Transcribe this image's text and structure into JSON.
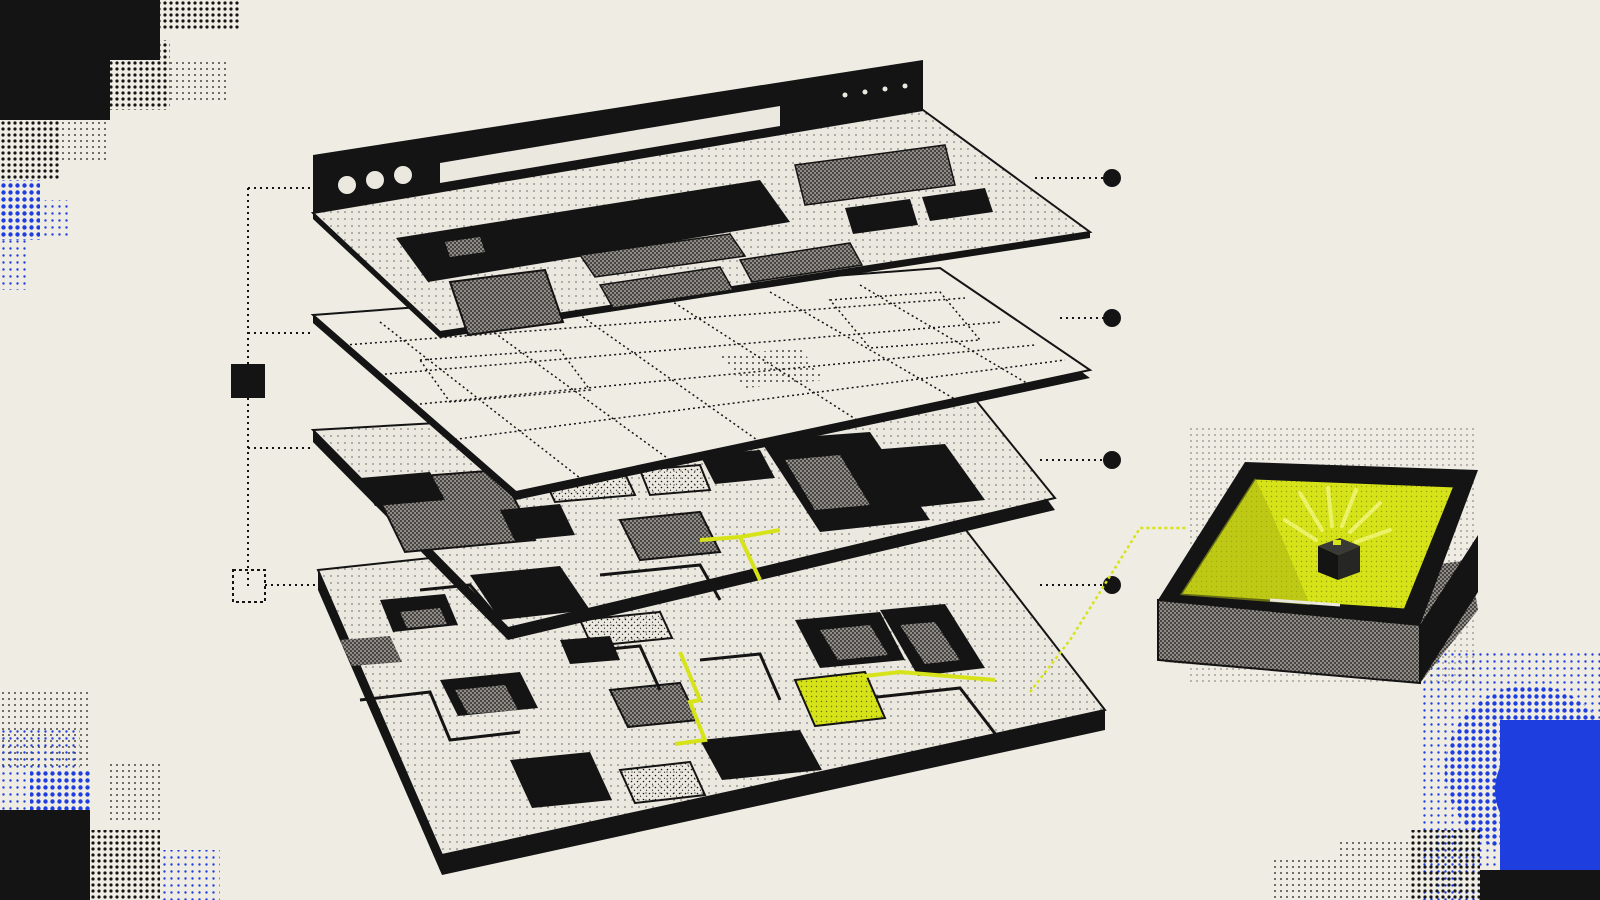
{
  "colors": {
    "background": "#efece4",
    "ink": "#141414",
    "panel": "#ebe8df",
    "accent": "#d6e318",
    "accent_dark": "#a9b412",
    "blue": "#1f3ee0"
  },
  "diagram": {
    "layers": [
      {
        "id": "browser-ui",
        "kind": "browser-window",
        "window_dots": 3
      },
      {
        "id": "wireframe-grid",
        "kind": "dotted-wireframe"
      },
      {
        "id": "component-blocks",
        "kind": "block-layout",
        "highlight_path": true
      },
      {
        "id": "base-map",
        "kind": "floorplan-base",
        "highlight_path": true
      }
    ],
    "bracket": {
      "side": "left",
      "nodes": [
        "filled-square",
        "hollow-square"
      ]
    },
    "callout_dots": 4,
    "detail_box": {
      "kind": "lit-chamber",
      "accent": "yellow-green",
      "contains": "cube"
    },
    "corner_decor": [
      "top-left-pixels",
      "bottom-left-pixels",
      "bottom-right-pixels"
    ]
  }
}
